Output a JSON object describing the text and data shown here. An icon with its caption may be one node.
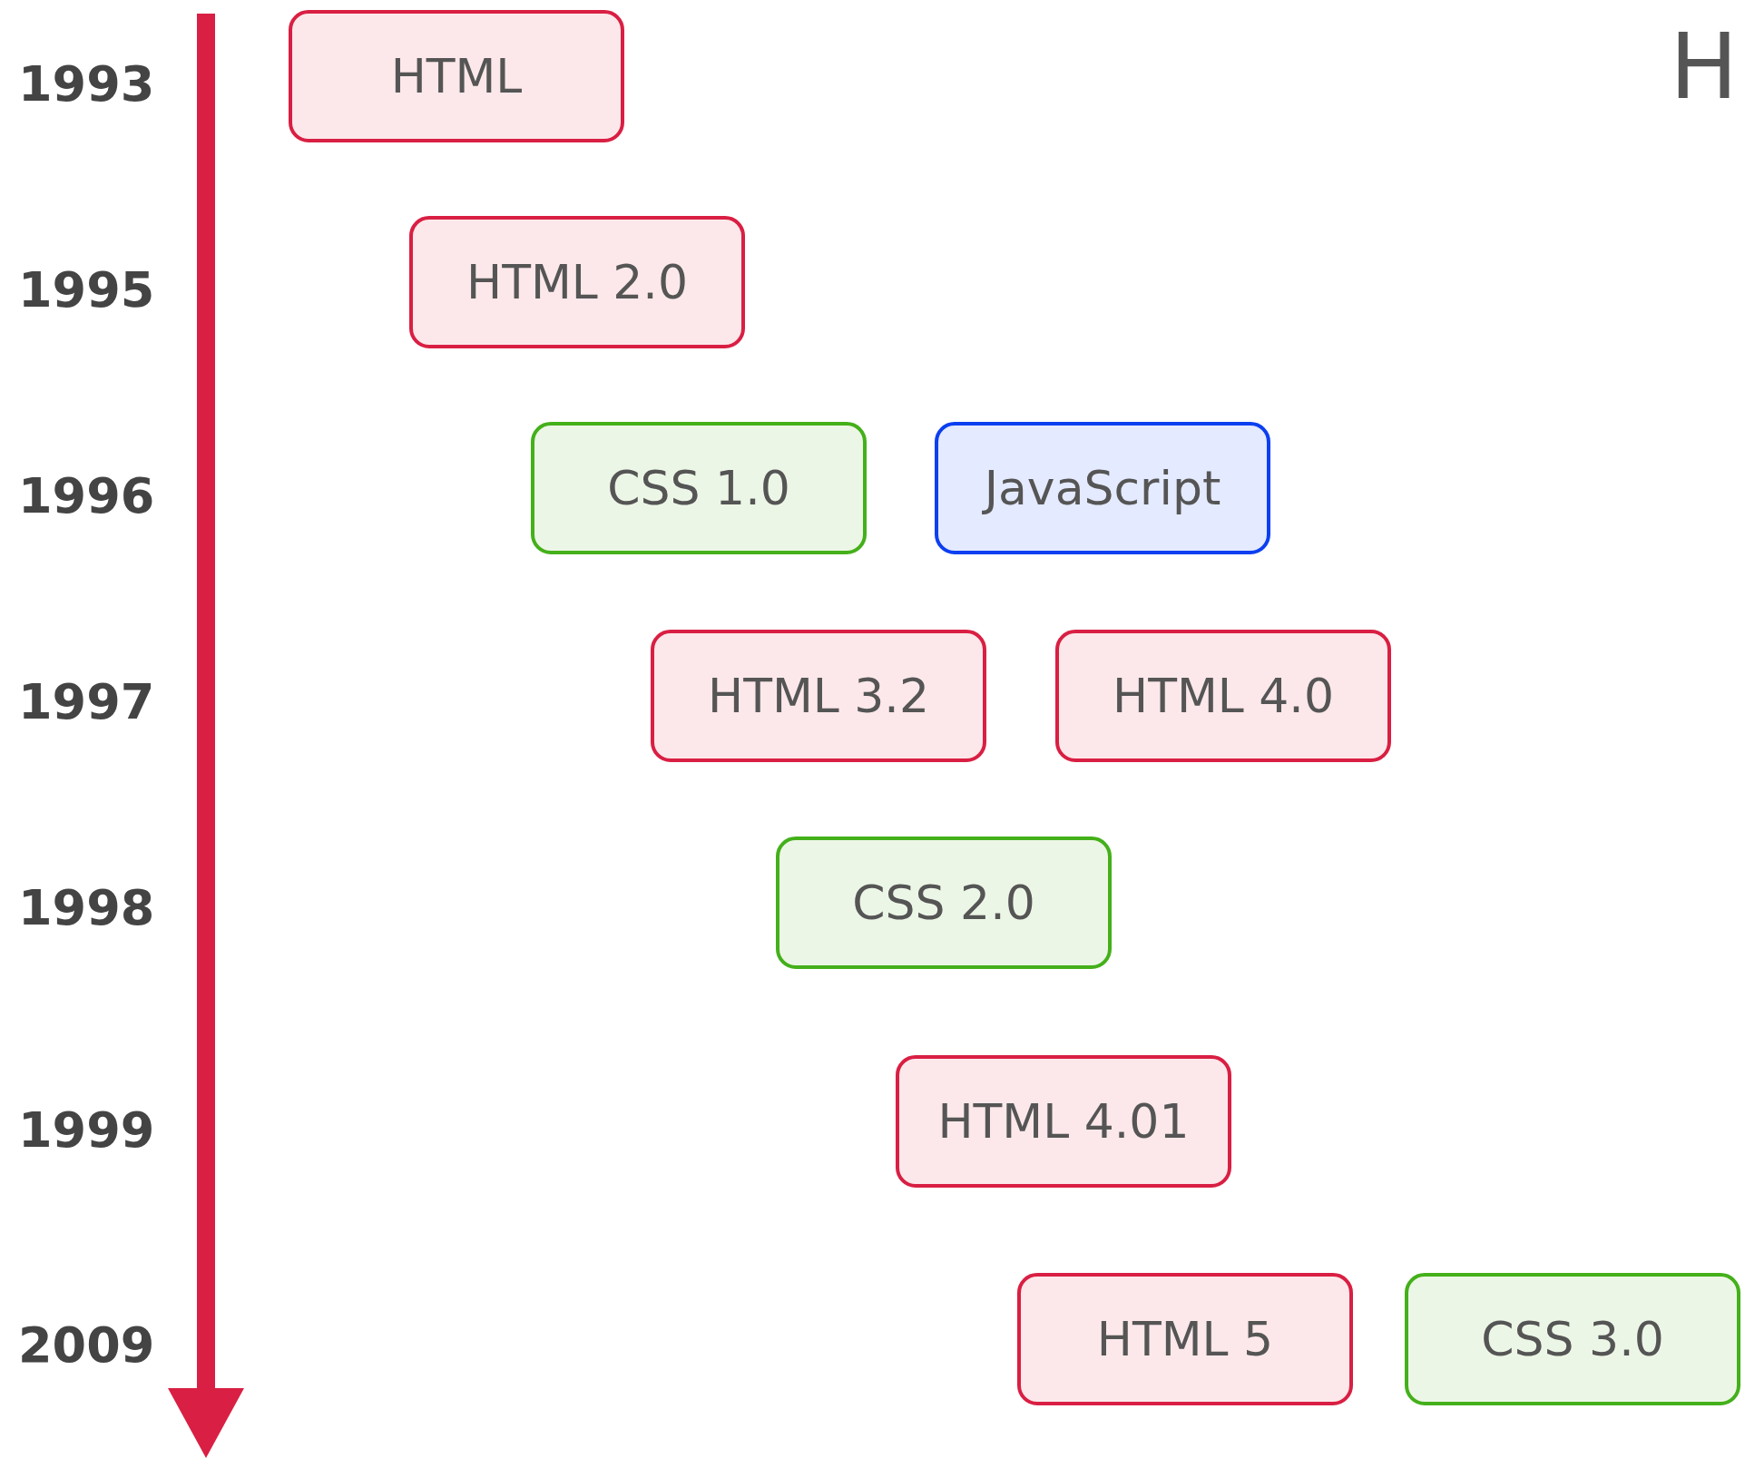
{
  "diagram": {
    "nodes": [
      {
        "text": [
          "HTML"
        ]
      },
      {
        "text": [
          "HTML 2.0"
        ]
      },
      {
        "text": [
          "CSS 1.0"
        ]
      },
      {
        "text": [
          "JavaScript"
        ]
      },
      {
        "text": [
          "HTML 3.2"
        ]
      },
      {
        "text": [
          "HTML 4.0"
        ]
      },
      {
        "text": [
          "CSS 2.0"
        ]
      },
      {
        "text": [
          "HTML 4.01"
        ]
      },
      {
        "text": [
          "HTML 5"
        ]
      },
      {
        "text": [
          "CSS 3.0"
        ]
      }
    ],
    "labels": [
      "1993",
      "1995",
      "1996",
      "1997",
      "1998",
      "1999",
      "2009",
      "H"
    ]
  }
}
